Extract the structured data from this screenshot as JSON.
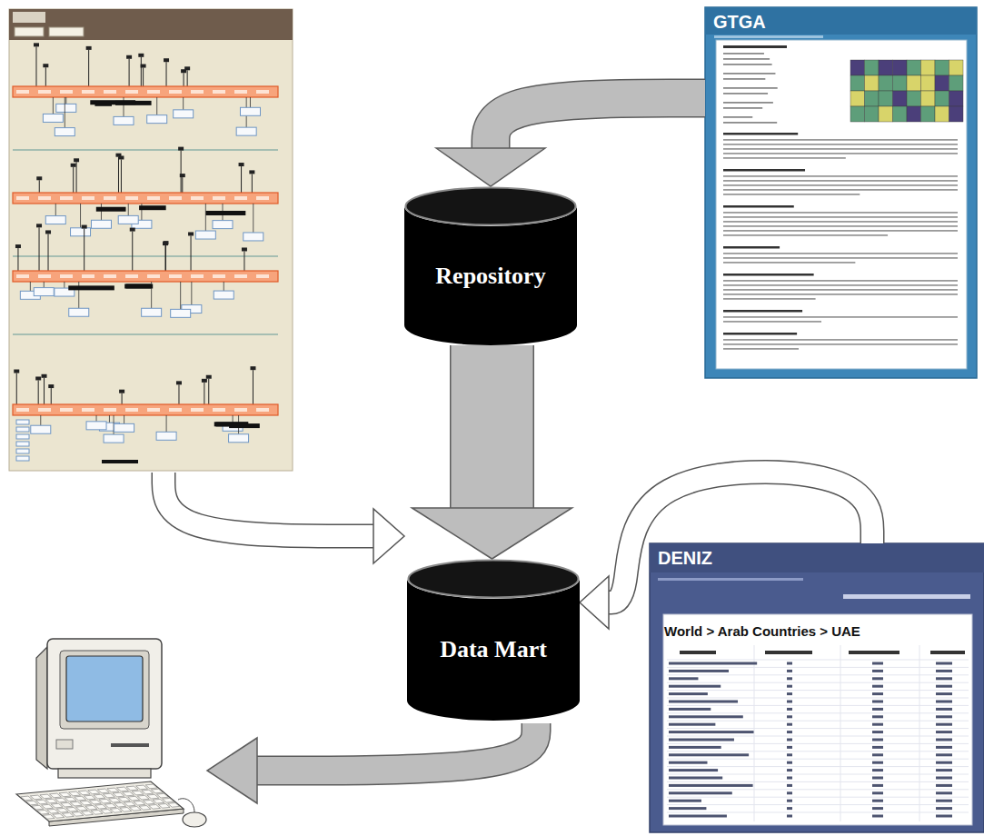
{
  "diagram": {
    "nodes": [
      {
        "text": [
          "GTGA"
        ]
      },
      {
        "text": [
          "Repository"
        ]
      },
      {
        "text": [
          "DENIZ",
          "World > Arab Countries > UAE"
        ]
      },
      {
        "text": [
          "Data Mart"
        ]
      }
    ],
    "edges": [
      {
        "from": 0,
        "to": 1,
        "arrow": "to"
      },
      {
        "from": 1,
        "to": 3,
        "arrow": "to"
      },
      {
        "from": 2,
        "to": 3,
        "arrow": "to"
      }
    ]
  }
}
